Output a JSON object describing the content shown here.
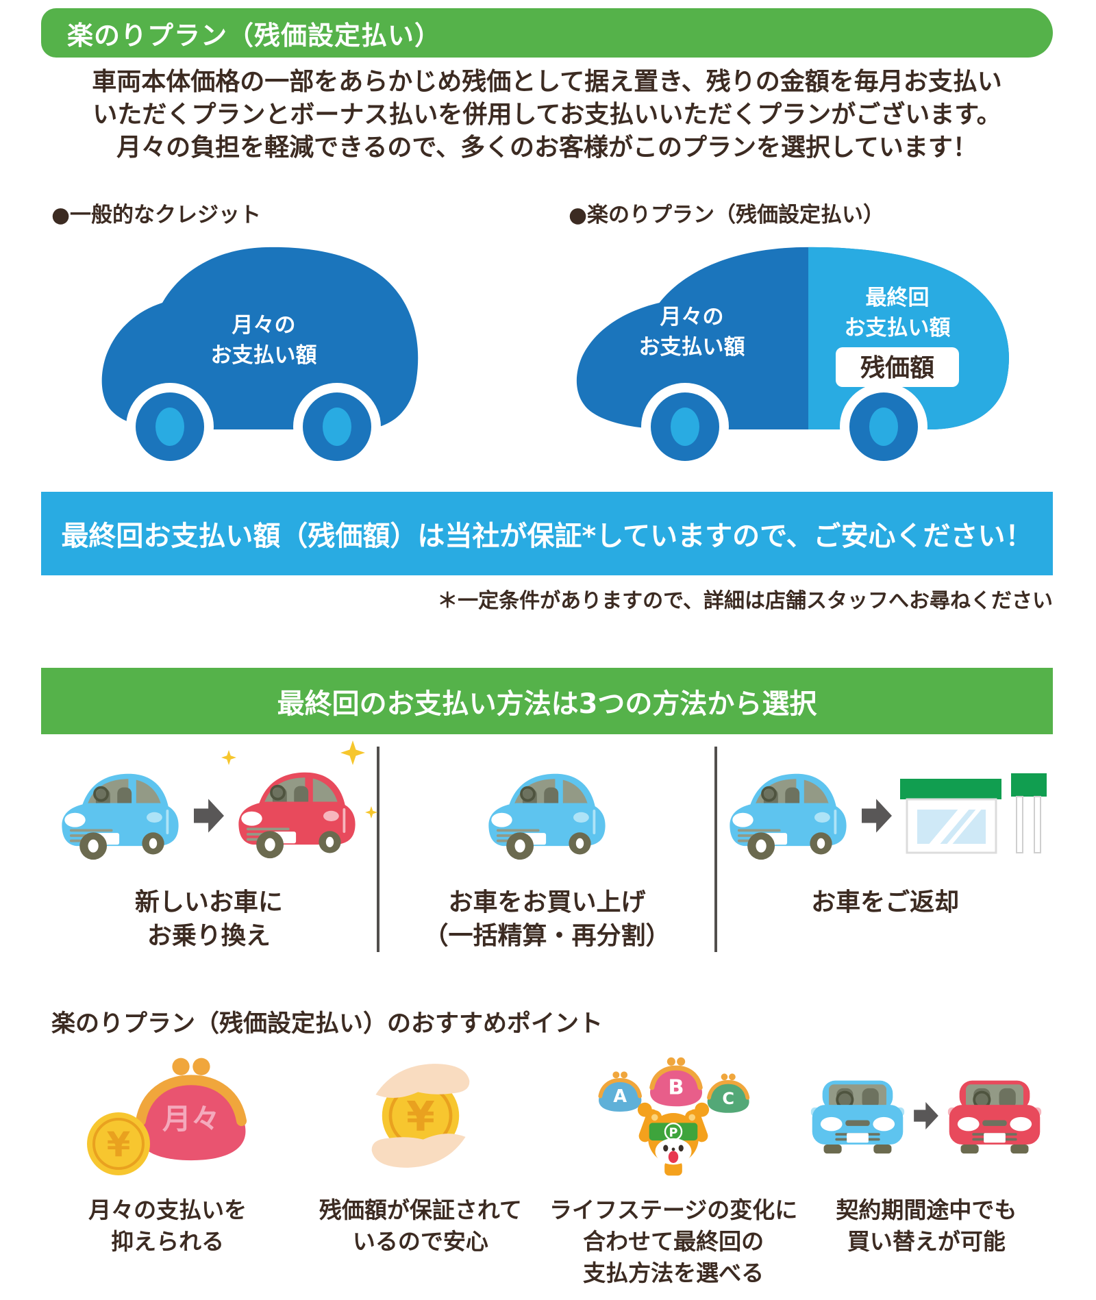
{
  "colors": {
    "green": "#55b24a",
    "light_blue": "#29abe2",
    "dark_blue": "#1b75bc",
    "text_dark": "#3c2b22",
    "divider_gray": "#524f4d",
    "arrow_gray": "#595757",
    "cute_blue": "#5ec4ef",
    "cute_blue_accent": "#aee3f7",
    "cute_red": "#e84a5c",
    "cute_red_accent": "#f6b6be",
    "window_gray": "#939a86",
    "seat_gray": "#6d725f",
    "tire_olive": "#6b6a4f",
    "sparkle_gold": "#f6c62d",
    "building_green": "#119e50",
    "window_blue": "#cfe9f7",
    "purse_red": "#e95470",
    "purse_text_pink": "#f4a9bc",
    "purse_blue": "#5fb0d8",
    "purse_pink": "#e85e8a",
    "purse_green": "#53a877",
    "clasp_gold": "#f0a63c",
    "coin_gold": "#f7c62f",
    "coin_dark": "#e9a11f",
    "hand_skin": "#f9dcc0",
    "mascot_orange": "#f4a11d",
    "mascot_ear": "#fbd37a",
    "mascot_green": "#3ea43c",
    "mouth_red": "#e8384f"
  },
  "header": {
    "title": "楽のりプラン（残価設定払い）"
  },
  "intro": {
    "line1": "車両本体価格の一部をあらかじめ残価として据え置き、残りの金額を毎月お支払い",
    "line2": "いただくプランとボーナス払いを併用してお支払いいただくプランがございます。",
    "line3": "月々の負担を軽減できるので、多くのお客様がこのプランを選択しています！"
  },
  "comparison": {
    "left_label": "●一般的なクレジット",
    "right_label": "●楽のりプラン（残価設定払い）",
    "left_car": {
      "line1": "月々の",
      "line2": "お支払い額"
    },
    "right_car": {
      "front_line1": "月々の",
      "front_line2": "お支払い額",
      "rear_line1": "最終回",
      "rear_line2": "お支払い額",
      "badge": "残価額"
    }
  },
  "guarantee": {
    "banner": "最終回お支払い額（残価額）は当社が保証*していますので、ご安心ください！",
    "note": "＊一定条件がありますので、詳細は店舗スタッフへお尋ねください"
  },
  "methods": {
    "banner": "最終回のお支払い方法は3つの方法から選択",
    "option1": {
      "line1": "新しいお車に",
      "line2": "お乗り換え"
    },
    "option2": {
      "line1": "お車をお買い上げ",
      "line2": "（一括精算・再分割）"
    },
    "option3": {
      "line1": "お車をご返却"
    }
  },
  "points": {
    "heading": "楽のりプラン（残価設定払い）のおすすめポイント",
    "item1": {
      "purse_text": "月々",
      "coin_symbol": "¥",
      "line1": "月々の支払いを",
      "line2": "抑えられる"
    },
    "item2": {
      "coin_symbol": "¥",
      "line1": "残価額が保証されて",
      "line2": "いるので安心"
    },
    "item3": {
      "purse_a": "A",
      "purse_b": "B",
      "purse_c": "C",
      "mascot_letter": "P",
      "line1": "ライフステージの変化に",
      "line2": "合わせて最終回の",
      "line3": "支払方法を選べる"
    },
    "item4": {
      "line1": "契約期間途中でも",
      "line2": "買い替えが可能"
    }
  },
  "icons": {
    "standard_credit": "blue-car-side-silhouette",
    "rakunori": "split-two-tone-car-side-silhouette",
    "option1": "blue-car-arrow-red-car-with-sparkles",
    "option2": "blue-car",
    "option3": "blue-car-arrow-dealer-shop",
    "point1": "coin-purse-with-yen-coin",
    "point2": "hands-holding-yen-coin",
    "point3": "mascot-with-three-purses",
    "point4": "blue-front-car-arrow-red-front-car"
  }
}
